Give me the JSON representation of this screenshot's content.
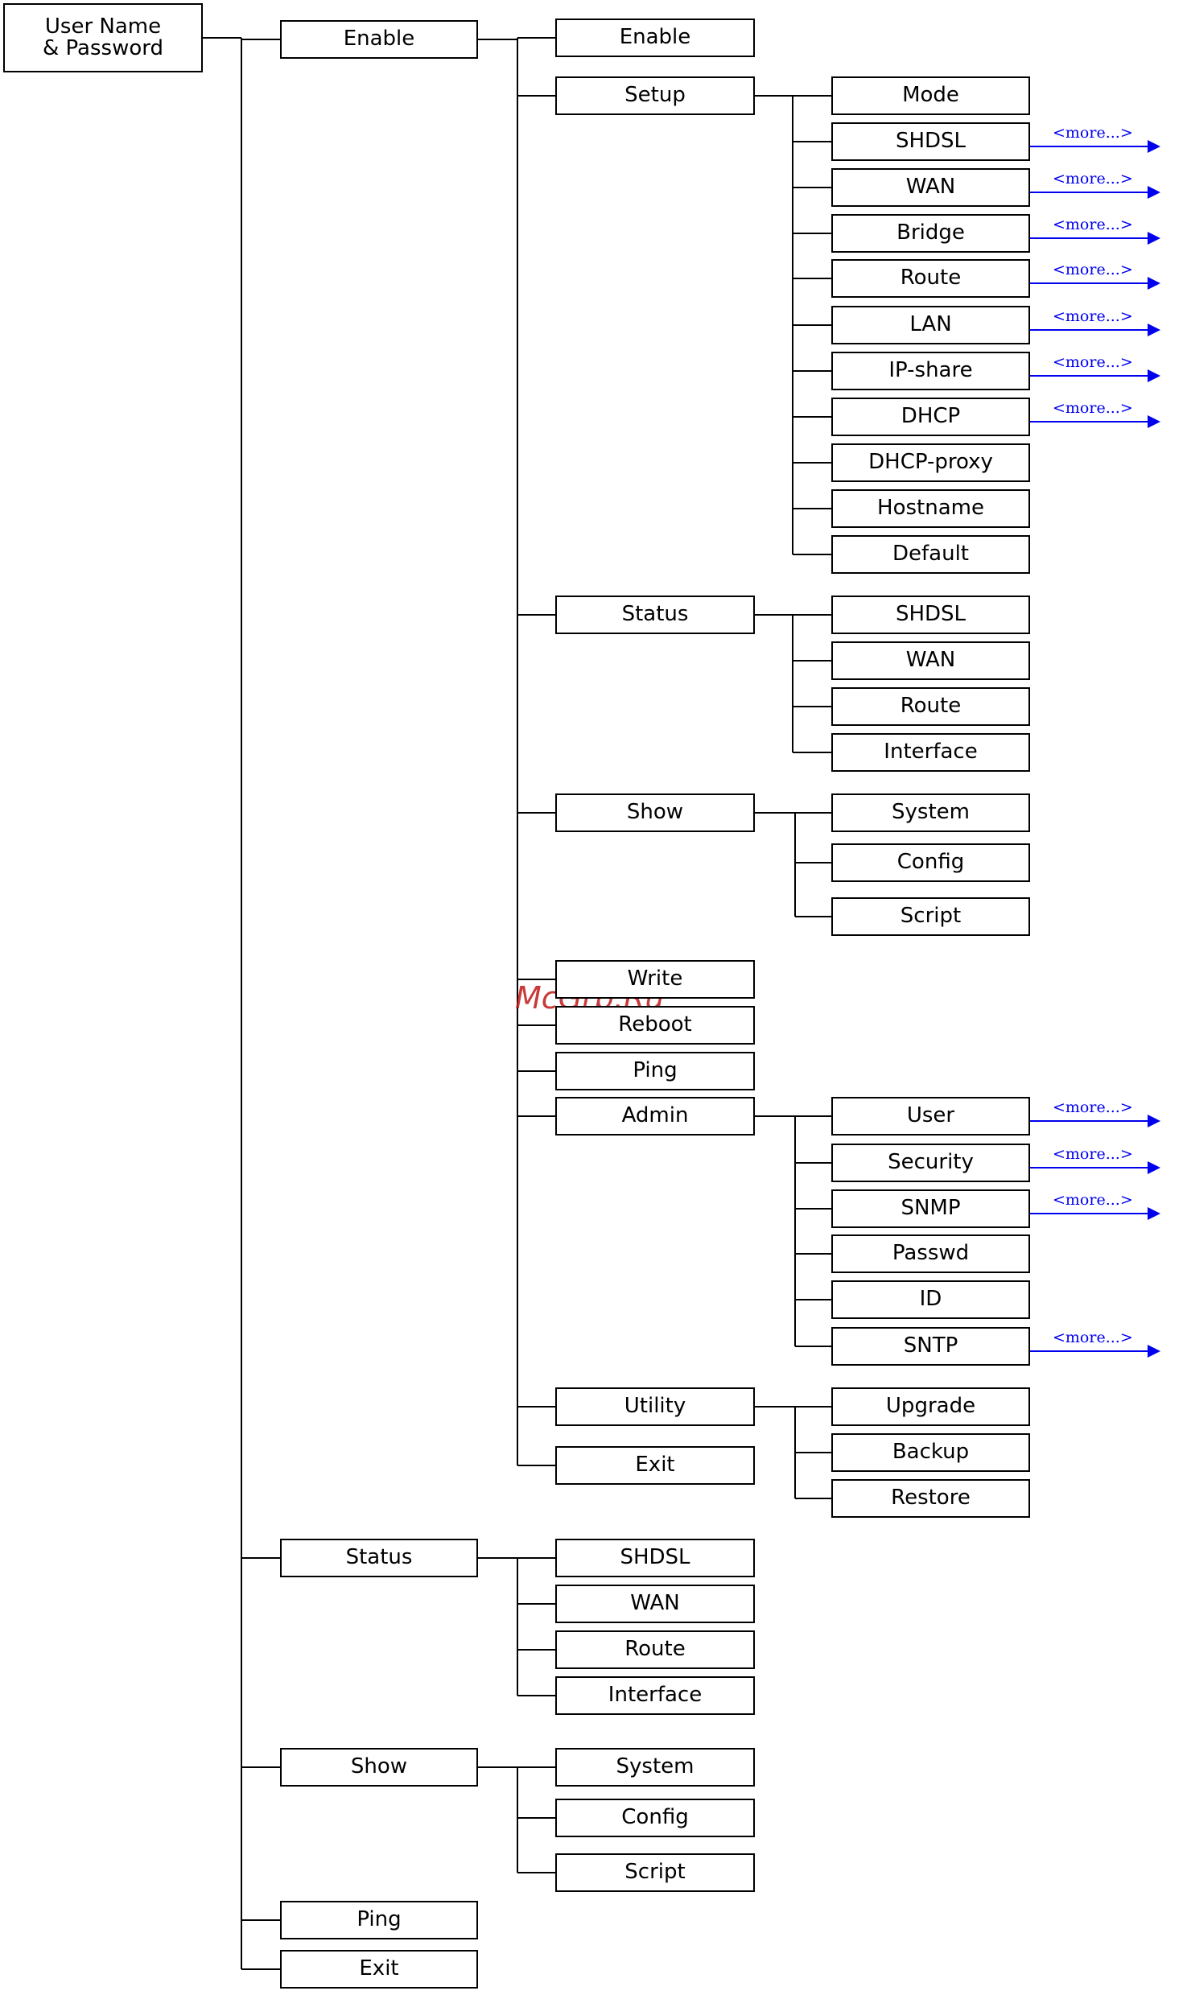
{
  "root": {
    "label": "User Name\n& Password"
  },
  "more_label": "<more...>",
  "watermark": "McGrp.Ru",
  "colors": {
    "line": "#000000",
    "more": "#0000ee",
    "watermark": "#c01818"
  },
  "level1": [
    {
      "label": "Enable"
    },
    {
      "label": "Status"
    },
    {
      "label": "Show"
    },
    {
      "label": "Ping"
    },
    {
      "label": "Exit"
    }
  ],
  "enable_menu": [
    {
      "label": "Enable"
    },
    {
      "label": "Setup"
    },
    {
      "label": "Status"
    },
    {
      "label": "Show"
    },
    {
      "label": "Write"
    },
    {
      "label": "Reboot"
    },
    {
      "label": "Ping"
    },
    {
      "label": "Admin"
    },
    {
      "label": "Utility"
    },
    {
      "label": "Exit"
    }
  ],
  "setup_menu": [
    {
      "label": "Mode",
      "more": false
    },
    {
      "label": "SHDSL",
      "more": true
    },
    {
      "label": "WAN",
      "more": true
    },
    {
      "label": "Bridge",
      "more": true
    },
    {
      "label": "Route",
      "more": true
    },
    {
      "label": "LAN",
      "more": true
    },
    {
      "label": "IP-share",
      "more": true
    },
    {
      "label": "DHCP",
      "more": true
    },
    {
      "label": "DHCP-proxy",
      "more": false
    },
    {
      "label": "Hostname",
      "more": false
    },
    {
      "label": "Default",
      "more": false
    }
  ],
  "enable_status_menu": [
    {
      "label": "SHDSL"
    },
    {
      "label": "WAN"
    },
    {
      "label": "Route"
    },
    {
      "label": "Interface"
    }
  ],
  "enable_show_menu": [
    {
      "label": "System"
    },
    {
      "label": "Config"
    },
    {
      "label": "Script"
    }
  ],
  "admin_menu": [
    {
      "label": "User",
      "more": true
    },
    {
      "label": "Security",
      "more": true
    },
    {
      "label": "SNMP",
      "more": true
    },
    {
      "label": "Passwd",
      "more": false
    },
    {
      "label": "ID",
      "more": false
    },
    {
      "label": "SNTP",
      "more": true
    }
  ],
  "utility_menu": [
    {
      "label": "Upgrade"
    },
    {
      "label": "Backup"
    },
    {
      "label": "Restore"
    }
  ],
  "status_menu": [
    {
      "label": "SHDSL"
    },
    {
      "label": "WAN"
    },
    {
      "label": "Route"
    },
    {
      "label": "Interface"
    }
  ],
  "show_menu": [
    {
      "label": "System"
    },
    {
      "label": "Config"
    },
    {
      "label": "Script"
    }
  ]
}
